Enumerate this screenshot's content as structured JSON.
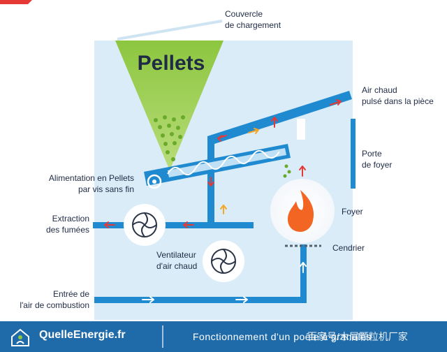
{
  "diagram": {
    "hopper_label": "Pellets",
    "labels": {
      "couvercle": "Couvercle\nde chargement",
      "air_chaud": "Air chaud\npulsé dans la pièce",
      "porte": "Porte\nde foyer",
      "foyer": "Foyer",
      "cendrier": "Cendrier",
      "alimentation": "Alimentation en Pellets\npar vis sans fin",
      "extraction": "Extraction\ndes fumées",
      "ventilateur": "Ventilateur\nd'air chaud",
      "entree": "Entrée de\nl'air de combustion"
    }
  },
  "footer": {
    "brand": "QuelleEnergie.fr",
    "title": "Fonctionnement d'un poêle à granulés",
    "watermark": "百家号/木屑颗粒机厂家"
  },
  "colors": {
    "panel": "#d9ecf8",
    "duct": "#1f8ad0",
    "pellet_green": "#8cc63f",
    "hot_arrow": "#e53935",
    "fire": "#f26522",
    "footer": "#1f6aa8"
  }
}
